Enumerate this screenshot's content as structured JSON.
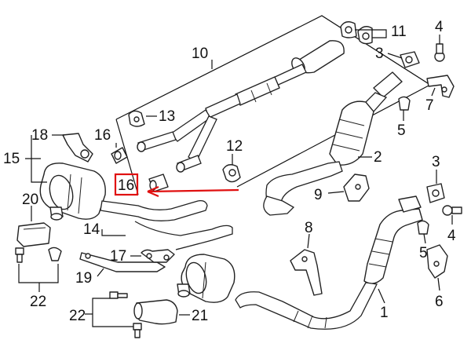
{
  "diagram": {
    "callouts": [
      "1",
      "2",
      "3",
      "3",
      "4",
      "4",
      "5",
      "5",
      "6",
      "7",
      "8",
      "9",
      "10",
      "11",
      "12",
      "13",
      "14",
      "15",
      "16",
      "16",
      "17",
      "18",
      "19",
      "20",
      "21",
      "22",
      "22"
    ],
    "highlight_color": "#e01010",
    "line_color": "#222222"
  }
}
